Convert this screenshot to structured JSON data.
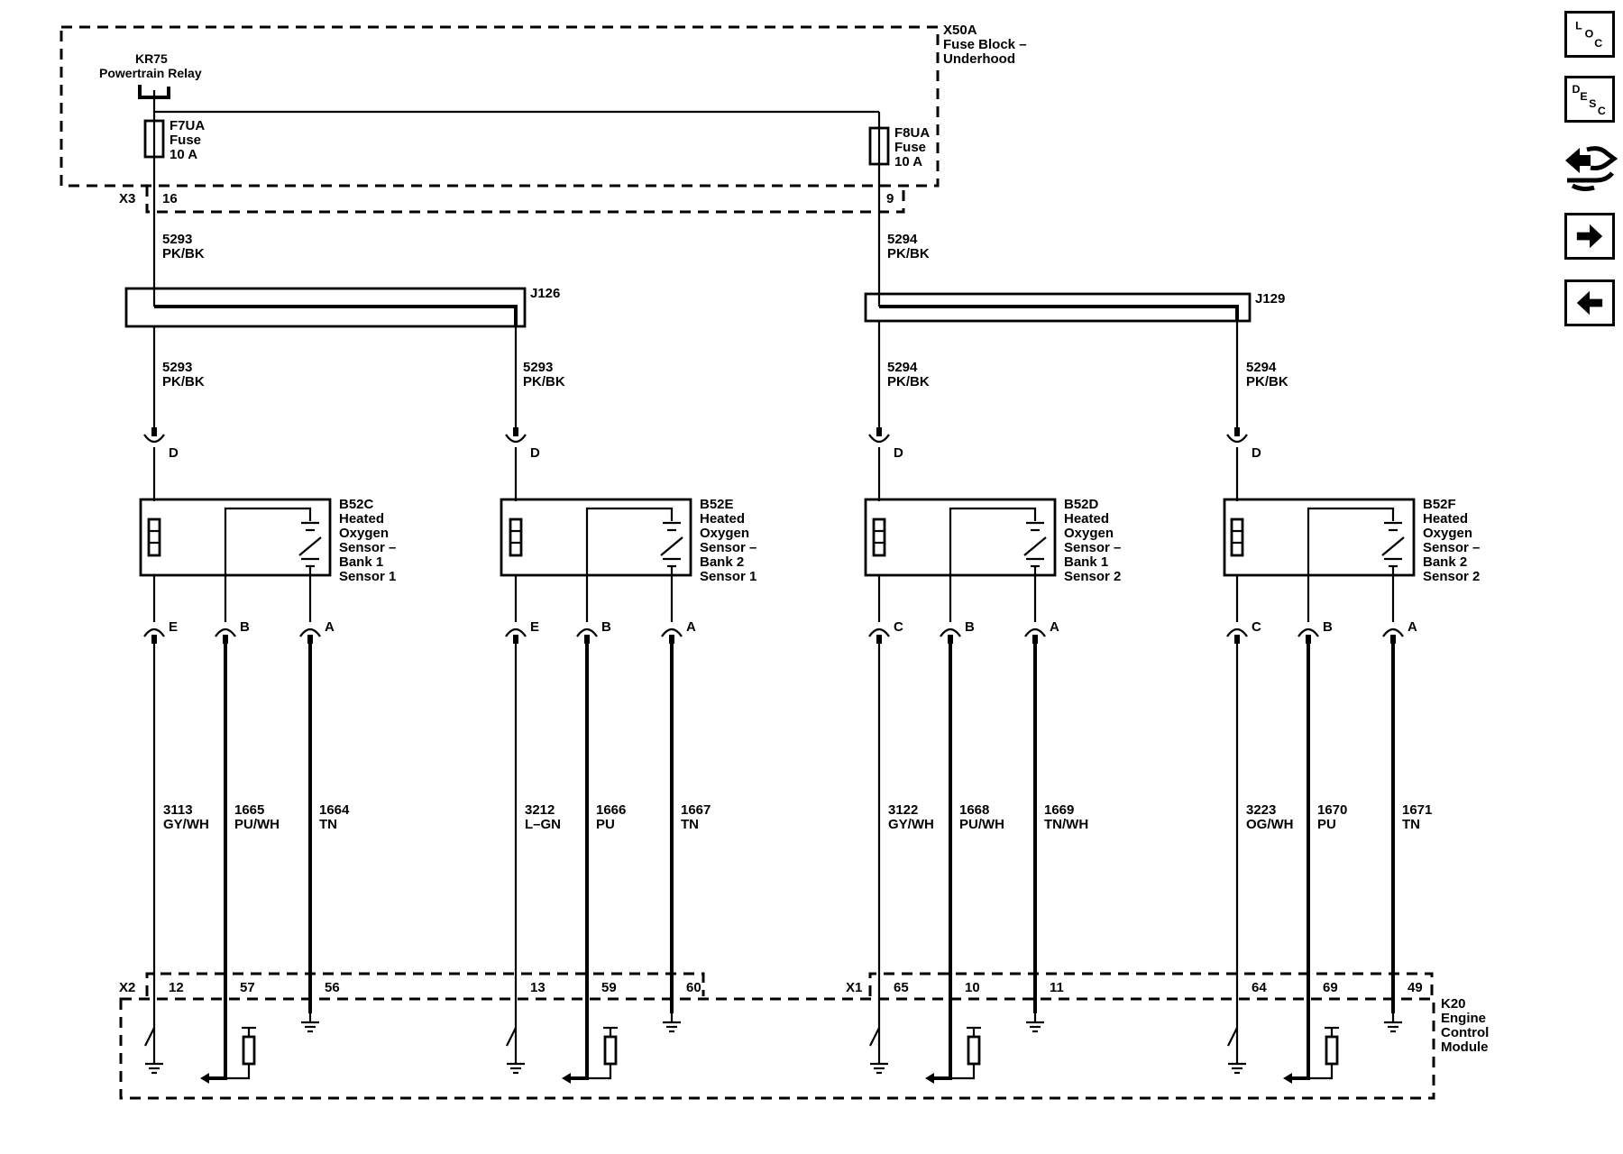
{
  "fuse_block": {
    "id": "X50A",
    "line1": "Fuse Block –",
    "line2": "Underhood"
  },
  "relay": {
    "id": "KR75",
    "label": "Powertrain Relay"
  },
  "fuses": [
    {
      "id": "F7UA",
      "line1": "Fuse",
      "line2": "10 A"
    },
    {
      "id": "F8UA",
      "line1": "Fuse",
      "line2": "10 A"
    }
  ],
  "connector_x3": {
    "id": "X3",
    "pins": [
      "16",
      "9"
    ]
  },
  "feed_wires": [
    {
      "circuit": "5293",
      "color": "PK/BK"
    },
    {
      "circuit": "5294",
      "color": "PK/BK"
    }
  ],
  "splices": [
    {
      "id": "J126"
    },
    {
      "id": "J129"
    }
  ],
  "sensors": [
    {
      "id": "B52C",
      "lines": [
        "Heated",
        "Oxygen",
        "Sensor –",
        "Bank 1",
        "Sensor 1"
      ],
      "supply": {
        "pin": "D",
        "circuit": "5293",
        "color": "PK/BK"
      },
      "pins": [
        "E",
        "B",
        "A"
      ],
      "wires": [
        {
          "circuit": "3113",
          "color": "GY/WH",
          "ecm_pin": "12"
        },
        {
          "circuit": "1665",
          "color": "PU/WH",
          "ecm_pin": "57"
        },
        {
          "circuit": "1664",
          "color": "TN",
          "ecm_pin": "56"
        }
      ]
    },
    {
      "id": "B52E",
      "lines": [
        "Heated",
        "Oxygen",
        "Sensor –",
        "Bank 2",
        "Sensor 1"
      ],
      "supply": {
        "pin": "D",
        "circuit": "5293",
        "color": "PK/BK"
      },
      "pins": [
        "E",
        "B",
        "A"
      ],
      "wires": [
        {
          "circuit": "3212",
          "color": "L–GN",
          "ecm_pin": "13"
        },
        {
          "circuit": "1666",
          "color": "PU",
          "ecm_pin": "59"
        },
        {
          "circuit": "1667",
          "color": "TN",
          "ecm_pin": "60"
        }
      ]
    },
    {
      "id": "B52D",
      "lines": [
        "Heated",
        "Oxygen",
        "Sensor –",
        "Bank 1",
        "Sensor 2"
      ],
      "supply": {
        "pin": "D",
        "circuit": "5294",
        "color": "PK/BK"
      },
      "pins": [
        "C",
        "B",
        "A"
      ],
      "wires": [
        {
          "circuit": "3122",
          "color": "GY/WH",
          "ecm_pin": "65"
        },
        {
          "circuit": "1668",
          "color": "PU/WH",
          "ecm_pin": "10"
        },
        {
          "circuit": "1669",
          "color": "TN/WH",
          "ecm_pin": "11"
        }
      ]
    },
    {
      "id": "B52F",
      "lines": [
        "Heated",
        "Oxygen",
        "Sensor –",
        "Bank 2",
        "Sensor 2"
      ],
      "supply": {
        "pin": "D",
        "circuit": "5294",
        "color": "PK/BK"
      },
      "pins": [
        "C",
        "B",
        "A"
      ],
      "wires": [
        {
          "circuit": "3223",
          "color": "OG/WH",
          "ecm_pin": "64"
        },
        {
          "circuit": "1670",
          "color": "PU",
          "ecm_pin": "69"
        },
        {
          "circuit": "1671",
          "color": "TN",
          "ecm_pin": "49"
        }
      ]
    }
  ],
  "ecm_connectors": [
    {
      "id": "X2"
    },
    {
      "id": "X1"
    }
  ],
  "ecm": {
    "id": "K20",
    "lines": [
      "Engine",
      "Control",
      "Module"
    ]
  },
  "nav": {
    "loc": {
      "letters": [
        "L",
        "O",
        "C"
      ]
    },
    "desc": {
      "letters": [
        "D",
        "E",
        "S",
        "C"
      ]
    },
    "icons": [
      "connector-swap-icon",
      "arrow-right-icon",
      "arrow-left-icon"
    ]
  }
}
